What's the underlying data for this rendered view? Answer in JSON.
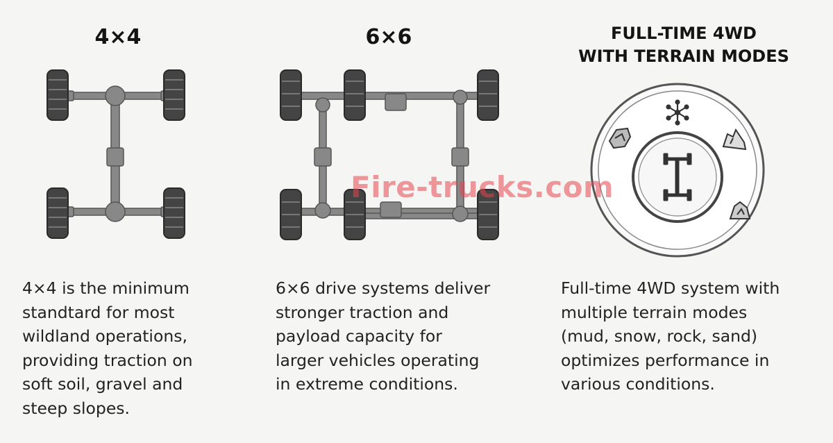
{
  "panels": [
    {
      "title": "4×4",
      "description": [
        "4×4 is the minimum",
        "standtard for most",
        "wildland operations,",
        "providing traction on",
        "soft soil, gravel and",
        "steep slopes."
      ]
    },
    {
      "title": "6×6",
      "description": [
        "6×6 drive systems deliver",
        "stronger traction and",
        "payload capacity for",
        "larger vehicles operating",
        "in extreme conditions."
      ]
    },
    {
      "title_lines": [
        "FULL-TIME 4WD",
        "WITH TERRAIN MODES"
      ],
      "description": [
        "Full-time 4WD system with",
        "multiple terrain modes",
        "(mud, snow, rock, sand)",
        "optimizes performance in",
        "various conditions."
      ]
    }
  ],
  "watermark": "Fire-trucks.com",
  "colors": {
    "tire": "#3a3a3a",
    "frame": "#7a7a7a",
    "dial": "#ffffff",
    "accent_watermark": "#e84650"
  },
  "dial_icons": [
    "snowflake-icon",
    "mud-icon",
    "rock-icon",
    "sand-icon",
    "chassis-icon"
  ]
}
